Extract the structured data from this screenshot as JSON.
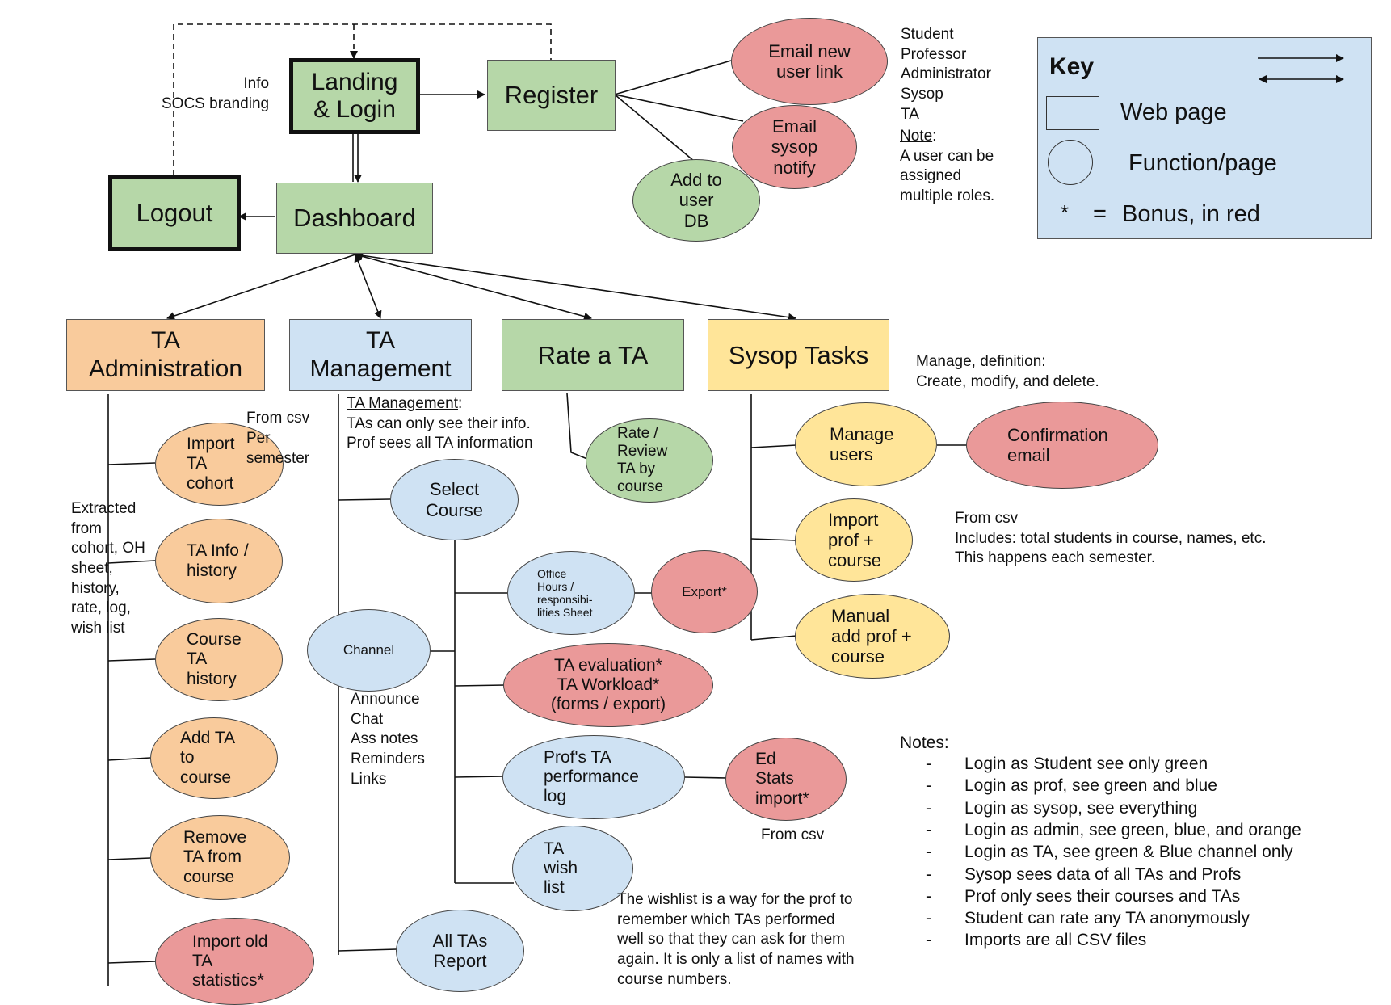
{
  "nodes": {
    "landing": "Landing\n& Login",
    "register": "Register",
    "logout": "Logout",
    "dashboard": "Dashboard",
    "email_new_user": "Email new\nuser link",
    "email_sysop": "Email\nsysop\nnotify",
    "add_user_db": "Add to\nuser\nDB",
    "ta_admin": "TA\nAdministration",
    "ta_mgmt": "TA\nManagement",
    "rate_ta": "Rate a TA",
    "sysop_tasks": "Sysop Tasks",
    "import_cohort": "Import\nTA\ncohort",
    "ta_info": "TA Info /\nhistory",
    "course_ta_history": "Course\nTA\nhistory",
    "add_ta_course": "Add TA\nto\ncourse",
    "remove_ta": "Remove\nTA from\ncourse",
    "import_old": "Import old\nTA\nstatistics*",
    "select_course": "Select\nCourse",
    "channel": "Channel",
    "office_hours": "Office\nHours /\nresponsibi-\nlities Sheet",
    "export": "Export*",
    "ta_eval": "TA evaluation*\nTA Workload*\n(forms / export)",
    "prof_log": "Prof's TA\nperformance\nlog",
    "ed_stats": "Ed\nStats\nimport*",
    "wish_list": "TA\nwish\nlist",
    "all_tas": "All TAs\nReport",
    "rate_review": "Rate /\nReview\nTA by\ncourse",
    "manage_users": "Manage\nusers",
    "confirmation": "Confirmation\nemail",
    "import_prof": "Import\nprof +\ncourse",
    "manual_add": "Manual\nadd prof +\ncourse"
  },
  "annotations": {
    "info_branding": "Info\nSOCS branding",
    "roles": "Student\nProfessor\nAdministrator\nSysop\nTA",
    "note_label": "Note",
    "note_colon": ":",
    "note_text": "A user can be\nassigned\nmultiple roles.",
    "from_csv_cohort": "From csv",
    "per_semester": "Per\nsemester",
    "extracted": "Extracted\nfrom\ncohort, OH\nsheet,\nhistory,\nrate, log,\nwish list",
    "ta_mgmt_title": "TA Management",
    "ta_mgmt_colon": ":",
    "ta_mgmt_desc": "TAs can only see their info.\nProf sees all TA information",
    "channel_items": "Announce\nChat\nAss notes\nReminders\nLinks",
    "manage_def": "Manage, definition:\nCreate, modify, and delete.",
    "csv_prof": "From csv\nIncludes: total students in course, names, etc.\nThis happens each semester.",
    "from_csv_ed": "From csv",
    "wishlist_note": "The wishlist is a way for the prof to\nremember which TAs performed\nwell so that they can ask for them\nagain. It is only a list of names with\ncourse numbers.",
    "notes_title": "Notes:",
    "notes": [
      "Login as Student see only green",
      "Login as prof, see green and blue",
      "Login as sysop, see everything",
      "Login as admin, see green, blue, and orange",
      "Login as TA, see green & Blue channel only",
      "Sysop sees data of all TAs and Profs",
      "Prof only sees their courses and TAs",
      "Student can rate any TA anonymously",
      "Imports are all CSV files"
    ],
    "bullet": "-"
  },
  "key": {
    "title": "Key",
    "web_page": "Web page",
    "function_page": "Function/page",
    "bonus_star": "*",
    "bonus_eq": "=",
    "bonus_text": "Bonus, in red"
  },
  "colors": {
    "green": "#b6d7a8",
    "blue": "#cfe2f3",
    "orange": "#f9cb9c",
    "yellow": "#ffe599",
    "red": "#ea9999",
    "key_bg": "#cfe2f3"
  }
}
